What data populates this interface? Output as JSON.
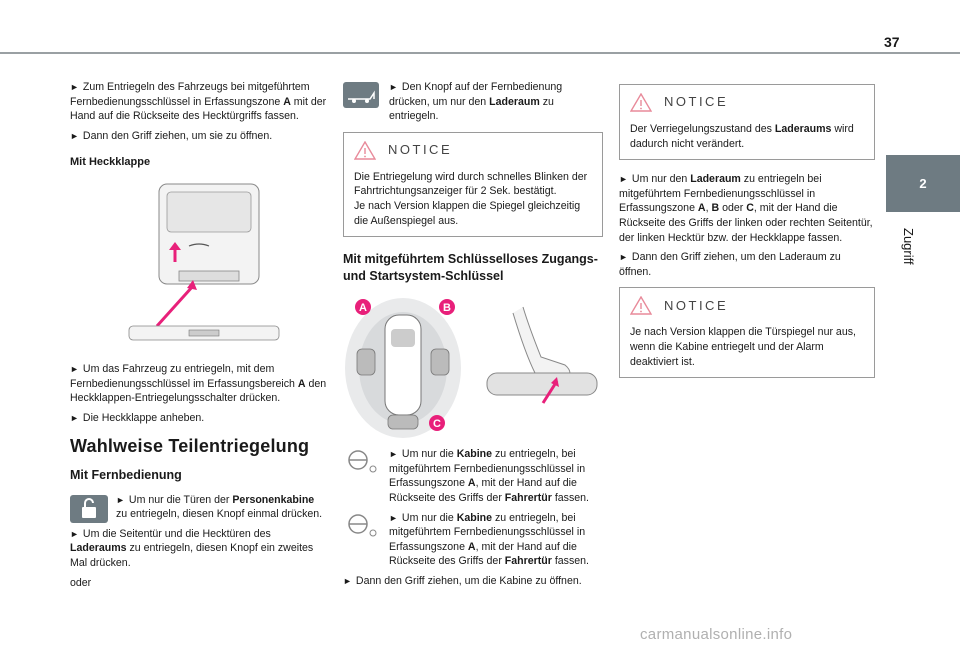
{
  "header": {
    "page_number": "37",
    "chapter_number": "2",
    "chapter_title": "Zugriff"
  },
  "col1": {
    "p1_text": "Zum Entriegeln des Fahrzeugs bei mitgeführtem Fernbedienungsschlüssel in Erfassungszone ",
    "p1_bold": "A",
    "p1_tail": " mit der Hand auf die Rückseite des Hecktürgriffs fassen.",
    "p2": "Dann den Griff ziehen, um sie zu öffnen.",
    "heading_heckklappe": "Mit Heckklappe",
    "p3_text": "Um das Fahrzeug zu entriegeln, mit dem Fernbedienungsschlüssel im Erfassungsbereich ",
    "p3_bold": "A",
    "p3_tail": " den Heckklappen-Entriegelungsschalter drücken.",
    "p4": "Die Heckklappe anheben.",
    "heading_big": "Wahlweise Teilentriegelung",
    "heading_remote": "Mit Fernbedienung",
    "p5_text": "Um nur die Türen der ",
    "p5_bold": "Personenkabine",
    "p5_tail": " zu entriegeln, diesen Knopf einmal drücken.",
    "p6_text": "Um die Seitentür und die Hecktüren des ",
    "p6_bold": "Laderaums",
    "p6_tail": " zu entriegeln, diesen Knopf ein zweites Mal drücken.",
    "p7": "oder"
  },
  "col2": {
    "p1_text": "Den Knopf auf der Fernbedienung drücken, um nur den ",
    "p1_bold": "Laderaum",
    "p1_tail": " zu entriegeln.",
    "notice1_title": "NOTICE",
    "notice1_line1": "Die Entriegelung wird durch schnelles Blinken der Fahrtrichtungsanzeiger für 2 Sek. bestätigt.",
    "notice1_line2": "Je nach Version klappen die Spiegel gleichzeitig die Außenspiegel aus.",
    "heading": "Mit mitgeführtem Schlüsselloses Zugangs- und Startsystem-Schlüssel",
    "zone_a": "A",
    "zone_b": "B",
    "zone_c": "C",
    "p2_text": "Um nur die ",
    "p2_bold1": "Kabine",
    "p2_mid": " zu entriegeln, bei mitgeführtem Fernbedienungsschlüssel in Erfassungszone ",
    "p2_bold2": "A",
    "p2_mid2": ", mit der Hand auf die Rückseite des Griffs der ",
    "p2_bold3": "Fahrertür",
    "p2_tail": " fassen.",
    "p3_text": "Um nur die ",
    "p3_bold1": "Kabine",
    "p3_mid": " zu entriegeln, bei mitgeführtem Fernbedienungsschlüssel in Erfassungszone ",
    "p3_bold2": "A",
    "p3_mid2": ", mit der Hand auf die Rückseite des Griffs der ",
    "p3_bold3": "Fahrertür",
    "p3_tail": " fassen.",
    "p4": "Dann den Griff ziehen, um die Kabine zu öffnen."
  },
  "col3": {
    "notice1_title": "NOTICE",
    "notice1_text": "Der Verriegelungszustand des ",
    "notice1_bold": "Laderaums",
    "notice1_tail": " wird dadurch nicht verändert.",
    "p1_text": "Um nur den ",
    "p1_bold1": "Laderaum",
    "p1_mid": " zu entriegeln bei mitgeführtem Fernbedienungsschlüssel in Erfassungszone ",
    "p1_bold2": "A",
    "p1_sep1": ", ",
    "p1_bold3": "B",
    "p1_sep2": " oder ",
    "p1_bold4": "C",
    "p1_tail": ", mit der Hand die Rückseite des Griffs der linken oder rechten Seitentür, der linken Hecktür bzw. der Heckklappe fassen.",
    "p2": "Dann den Griff ziehen, um den Laderaum zu öffnen.",
    "notice2_title": "NOTICE",
    "notice2_text": "Je nach Version klappen die Türspiegel nur aus, wenn die Kabine entriegelt und der Alarm deaktiviert ist."
  },
  "watermark": "carmanualsonline.info",
  "colors": {
    "accent_pink": "#e8207a",
    "notice_triangle": "#e88a9a",
    "tab_gray": "#6e7b82"
  }
}
